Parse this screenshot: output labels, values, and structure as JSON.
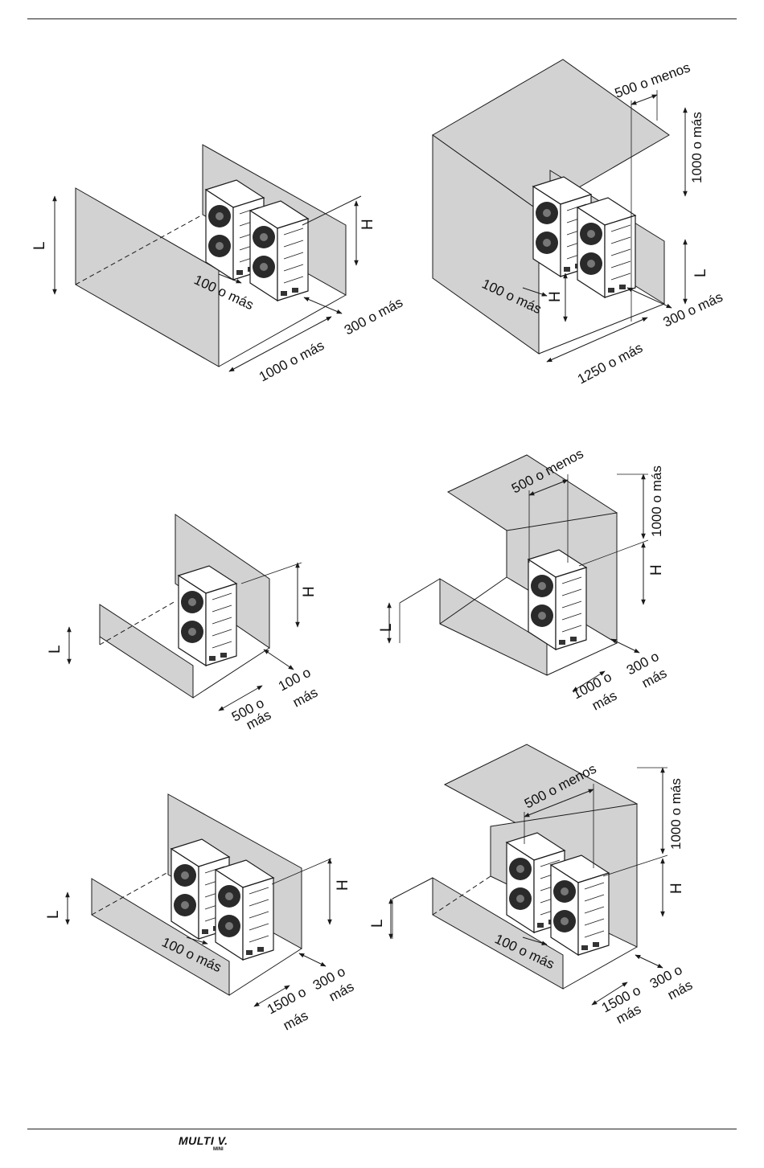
{
  "diagrams": [
    {
      "id": "top-left",
      "labels": {
        "height": "L",
        "unit_h": "H",
        "gap": "100 o más",
        "rear": "300 o más",
        "front": "1000 o más"
      }
    },
    {
      "id": "top-right",
      "labels": {
        "height": "L",
        "unit_h": "H",
        "gap": "100 o más",
        "rear": "300 o más",
        "front": "1250 o más",
        "overhang": "500 o menos",
        "clearance": "1000 o más"
      }
    },
    {
      "id": "mid-left",
      "labels": {
        "height": "L",
        "unit_h": "H",
        "side_a": "100 o",
        "side_b": "más",
        "front_a": "500 o",
        "front_b": "más"
      }
    },
    {
      "id": "mid-right",
      "labels": {
        "height": "L",
        "unit_h": "H",
        "overhang": "500 o menos",
        "clearance": "1000 o más",
        "rear_a": "300 o",
        "rear_b": "más",
        "front_a": "1000 o",
        "front_b": "más"
      }
    },
    {
      "id": "bottom-left",
      "labels": {
        "height": "L",
        "unit_h": "H",
        "gap": "100 o más",
        "rear_a": "300 o",
        "rear_b": "más",
        "front_a": "1500 o",
        "front_b": "más"
      }
    },
    {
      "id": "bottom-right",
      "labels": {
        "height": "L",
        "unit_h": "H",
        "gap": "100 o más",
        "overhang": "500 o menos",
        "clearance": "1000 o más",
        "rear_a": "300 o",
        "rear_b": "más",
        "front_a": "1500 o",
        "front_b": "más"
      }
    }
  ],
  "footer": {
    "logo_main": "MULTI V.",
    "logo_sub": "MINI"
  },
  "colors": {
    "wall_fill": "#d2d2d2",
    "line": "#1a1a1a",
    "unit_fill": "#ffffff",
    "fan_dark": "#222222"
  }
}
